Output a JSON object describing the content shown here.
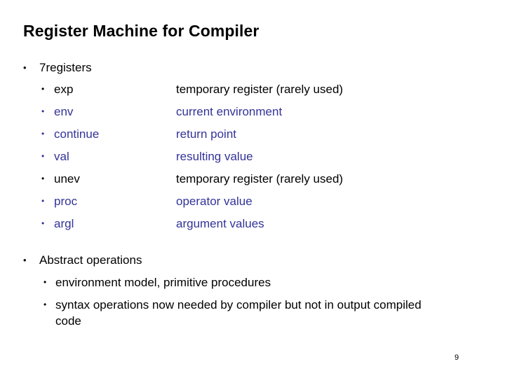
{
  "slide": {
    "title": "Register Machine for Compiler",
    "page_number": "9",
    "colors": {
      "text_black": "#000000",
      "text_blue": "#333399",
      "background": "#ffffff"
    },
    "bullet_glyph": "•"
  },
  "sections": [
    {
      "heading": "7registers",
      "heading_color": "#000000",
      "rows": [
        {
          "name": "exp",
          "desc": "temporary register (rarely used)",
          "color": "#000000"
        },
        {
          "name": "env",
          "desc": "current environment",
          "color": "#333399"
        },
        {
          "name": "continue",
          "desc": "return point",
          "color": "#333399"
        },
        {
          "name": "val",
          "desc": "resulting value",
          "color": "#333399"
        },
        {
          "name": "unev",
          "desc": "temporary register (rarely used)",
          "color": "#000000"
        },
        {
          "name": "proc",
          "desc": "operator value",
          "color": "#333399"
        },
        {
          "name": "argl",
          "desc": "argument values",
          "color": "#333399"
        }
      ]
    },
    {
      "heading": "Abstract operations",
      "heading_color": "#000000",
      "sub_items": [
        {
          "text": "environment model, primitive procedures",
          "color": "#000000"
        },
        {
          "text": "syntax operations now needed by compiler but not in output compiled code",
          "color": "#000000"
        }
      ]
    }
  ]
}
